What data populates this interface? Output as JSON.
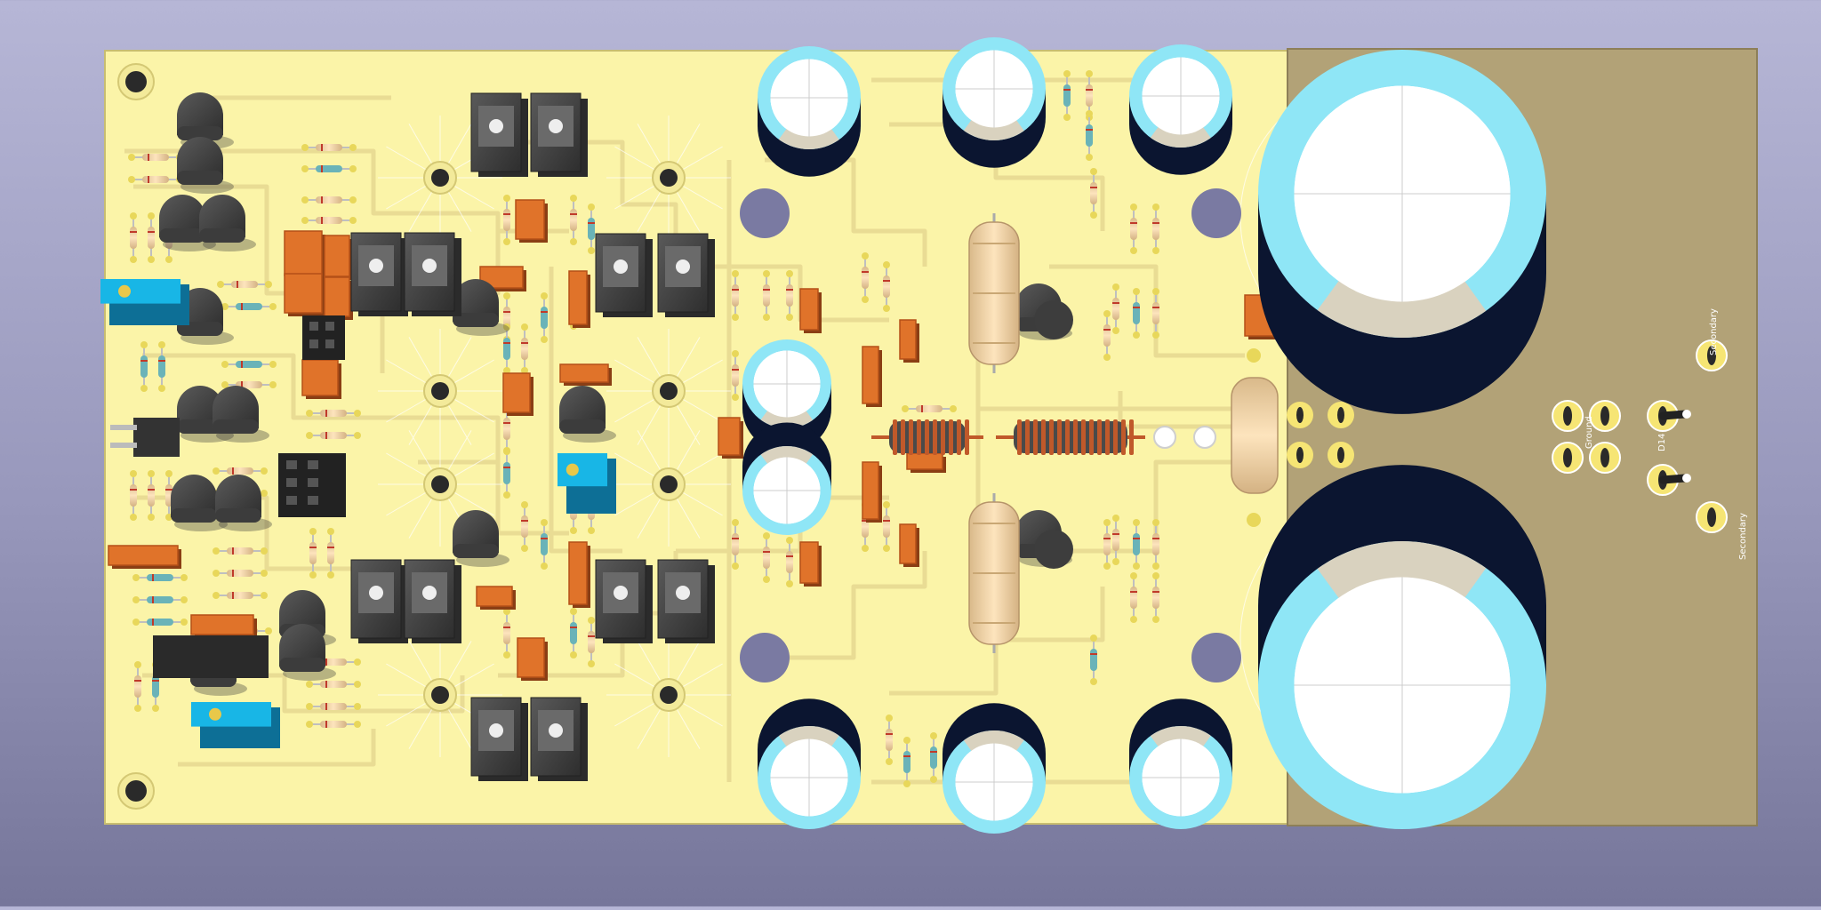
{
  "scene": {
    "background_top": "#b6b6d6",
    "background_bottom": "#76769a",
    "board_color": "#fbf4a8",
    "psu_section_color": "#b2a277",
    "copper_trace_color": "#e9dc94",
    "pad_color": "#e8d75a",
    "cap_sleeve_color": "#8fe6f6",
    "cap_body_color": "#0e1a33",
    "smd_color": "#e0732a",
    "transistor_color": "#4a4a4a",
    "trimmer_color": "#18b6e6"
  },
  "silkscreen": {
    "secondary_top": "Secondary",
    "secondary_bottom": "Secondary",
    "ground": "Ground",
    "d14": "D14"
  },
  "icons": {
    "mounting_hole": "mounting-hole-icon",
    "screw_terminal": "terminal-icon"
  }
}
